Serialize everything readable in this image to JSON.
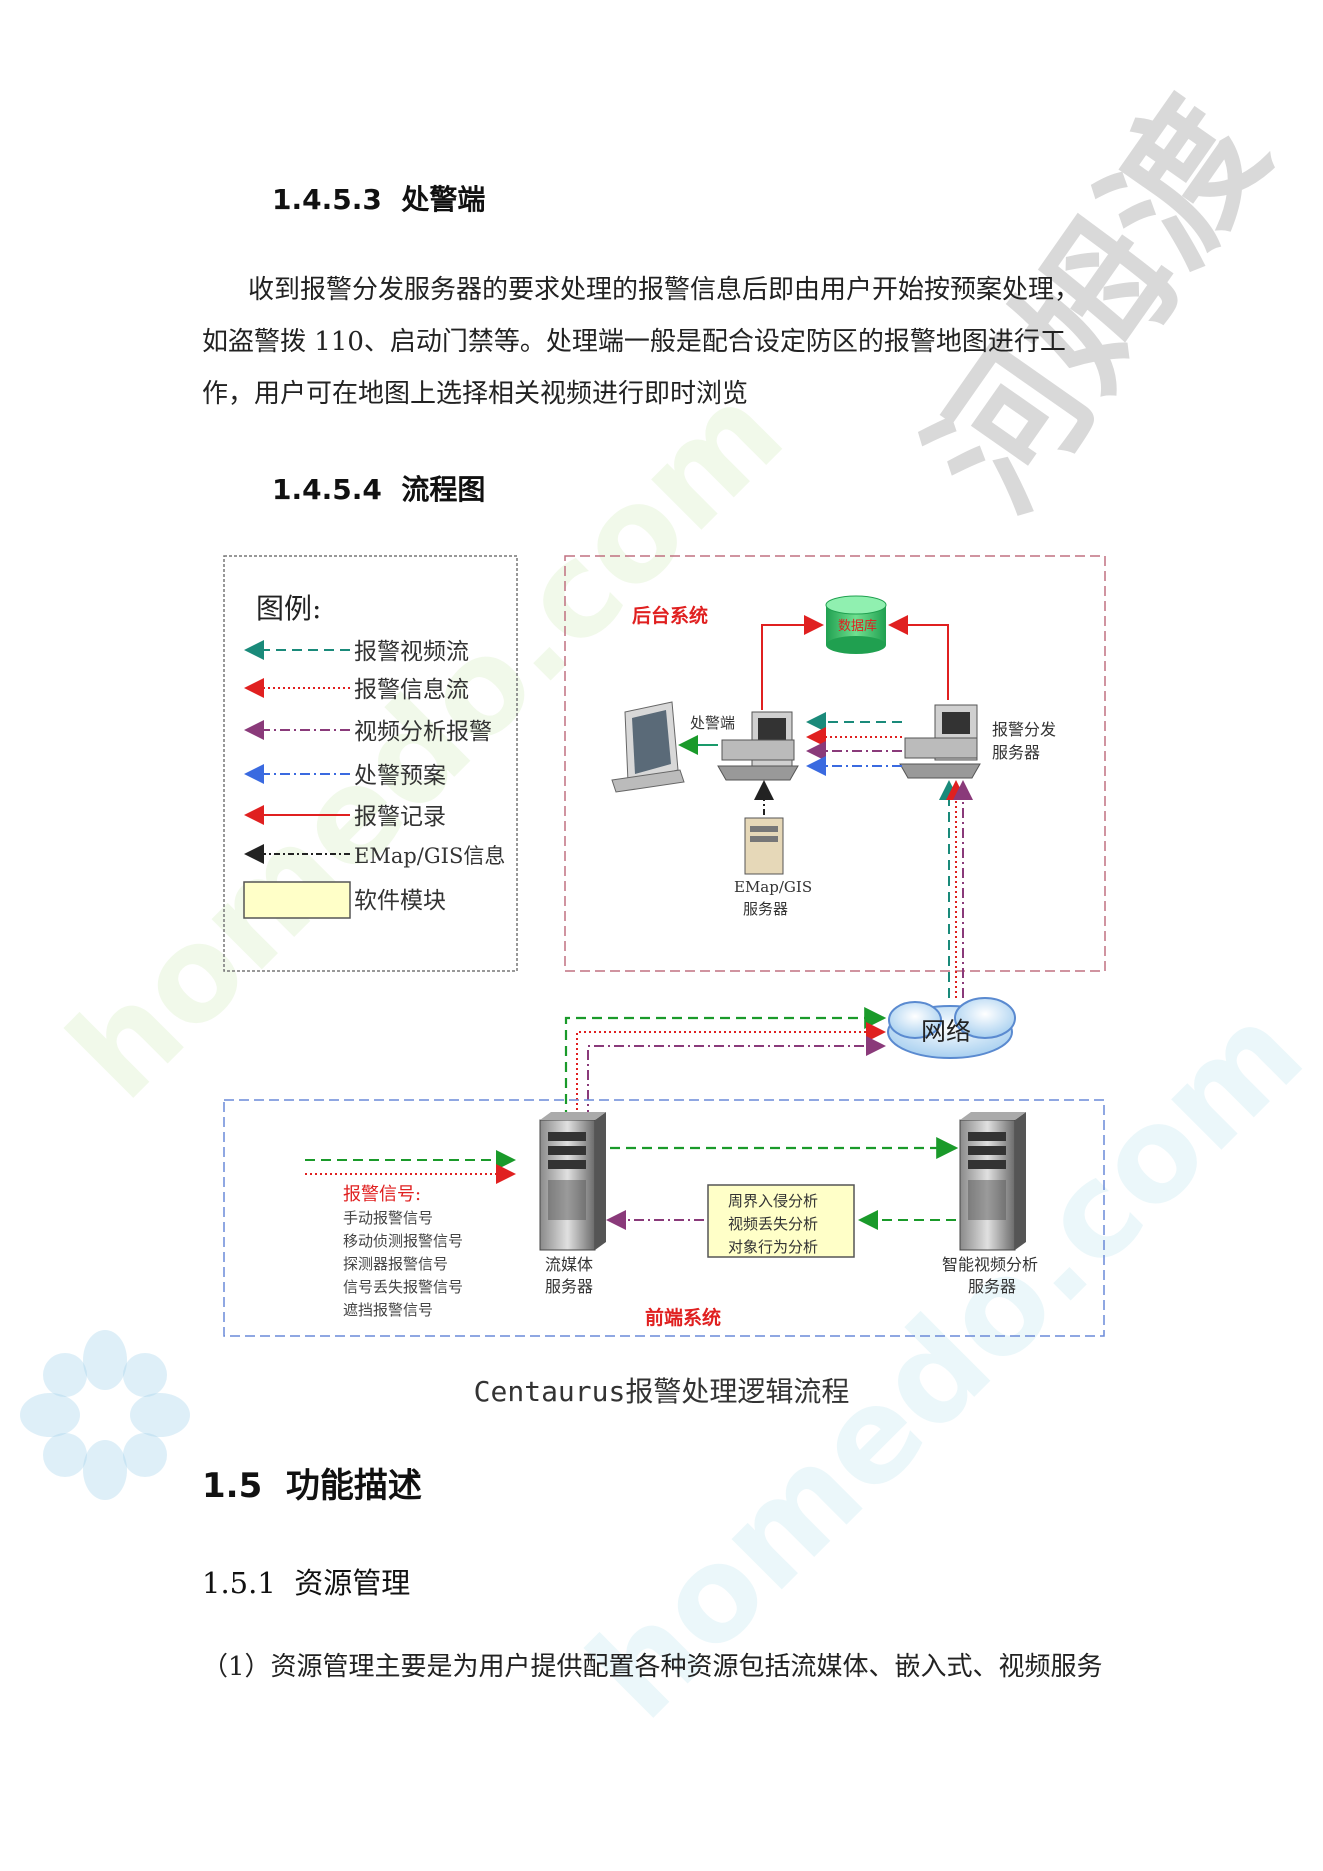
{
  "section_1453": {
    "number": "1.4.5.3",
    "title": "处警端"
  },
  "para1": {
    "line1": "收到报警分发服务器的要求处理的报警信息后即由用户开始按预案处理，",
    "line2": "如盗警拨 110、启动门禁等。处理端一般是配合设定防区的报警地图进行工",
    "line3": "作，用户可在地图上选择相关视频进行即时浏览"
  },
  "section_1454": {
    "number": "1.4.5.4",
    "title": "流程图"
  },
  "diagram": {
    "legend": {
      "title": "图例:",
      "items": [
        "报警视频流",
        "报警信息流",
        "视频分析报警",
        "处警预案",
        "报警记录",
        "EMap/GIS信息",
        "软件模块"
      ]
    },
    "backend": {
      "label": "后台系统",
      "database": "数据库",
      "alarm_station": "处警端",
      "dispatch_server_1": "报警分发",
      "dispatch_server_2": "服务器",
      "gis_server_1": "EMap/GIS",
      "gis_server_2": "服务器"
    },
    "network": "网络",
    "frontend": {
      "label": "前端系统",
      "signals_title": "报警信号:",
      "signals": [
        "手动报警信号",
        "移动侦测报警信号",
        "探测器报警信号",
        "信号丢失报警信号",
        "遮挡报警信号"
      ],
      "stream_server_1": "流媒体",
      "stream_server_2": "服务器",
      "analysis_module": [
        "周界入侵分析",
        "视频丢失分析",
        "对象行为分析"
      ],
      "ai_server_1": "智能视频分析",
      "ai_server_2": "服务器"
    },
    "caption": "Centaurus报警处理逻辑流程"
  },
  "section_15": {
    "number": "1.5",
    "title": "功能描述"
  },
  "section_151": {
    "number": "1.5.1",
    "title": "资源管理"
  },
  "para2": "（1）资源管理主要是为用户提供配置各种资源包括流媒体、嵌入式、视频服务",
  "watermark": {
    "brand": "河姆渡",
    "domain": "homedo.com"
  },
  "colors": {
    "video_stream": "#1a8a7a",
    "alarm_info": "#e02020",
    "video_analysis": "#8a3a7a",
    "plan": "#3a6ae0",
    "record": "#e02020",
    "gis": "#222222",
    "module_fill": "#ffffc8"
  }
}
